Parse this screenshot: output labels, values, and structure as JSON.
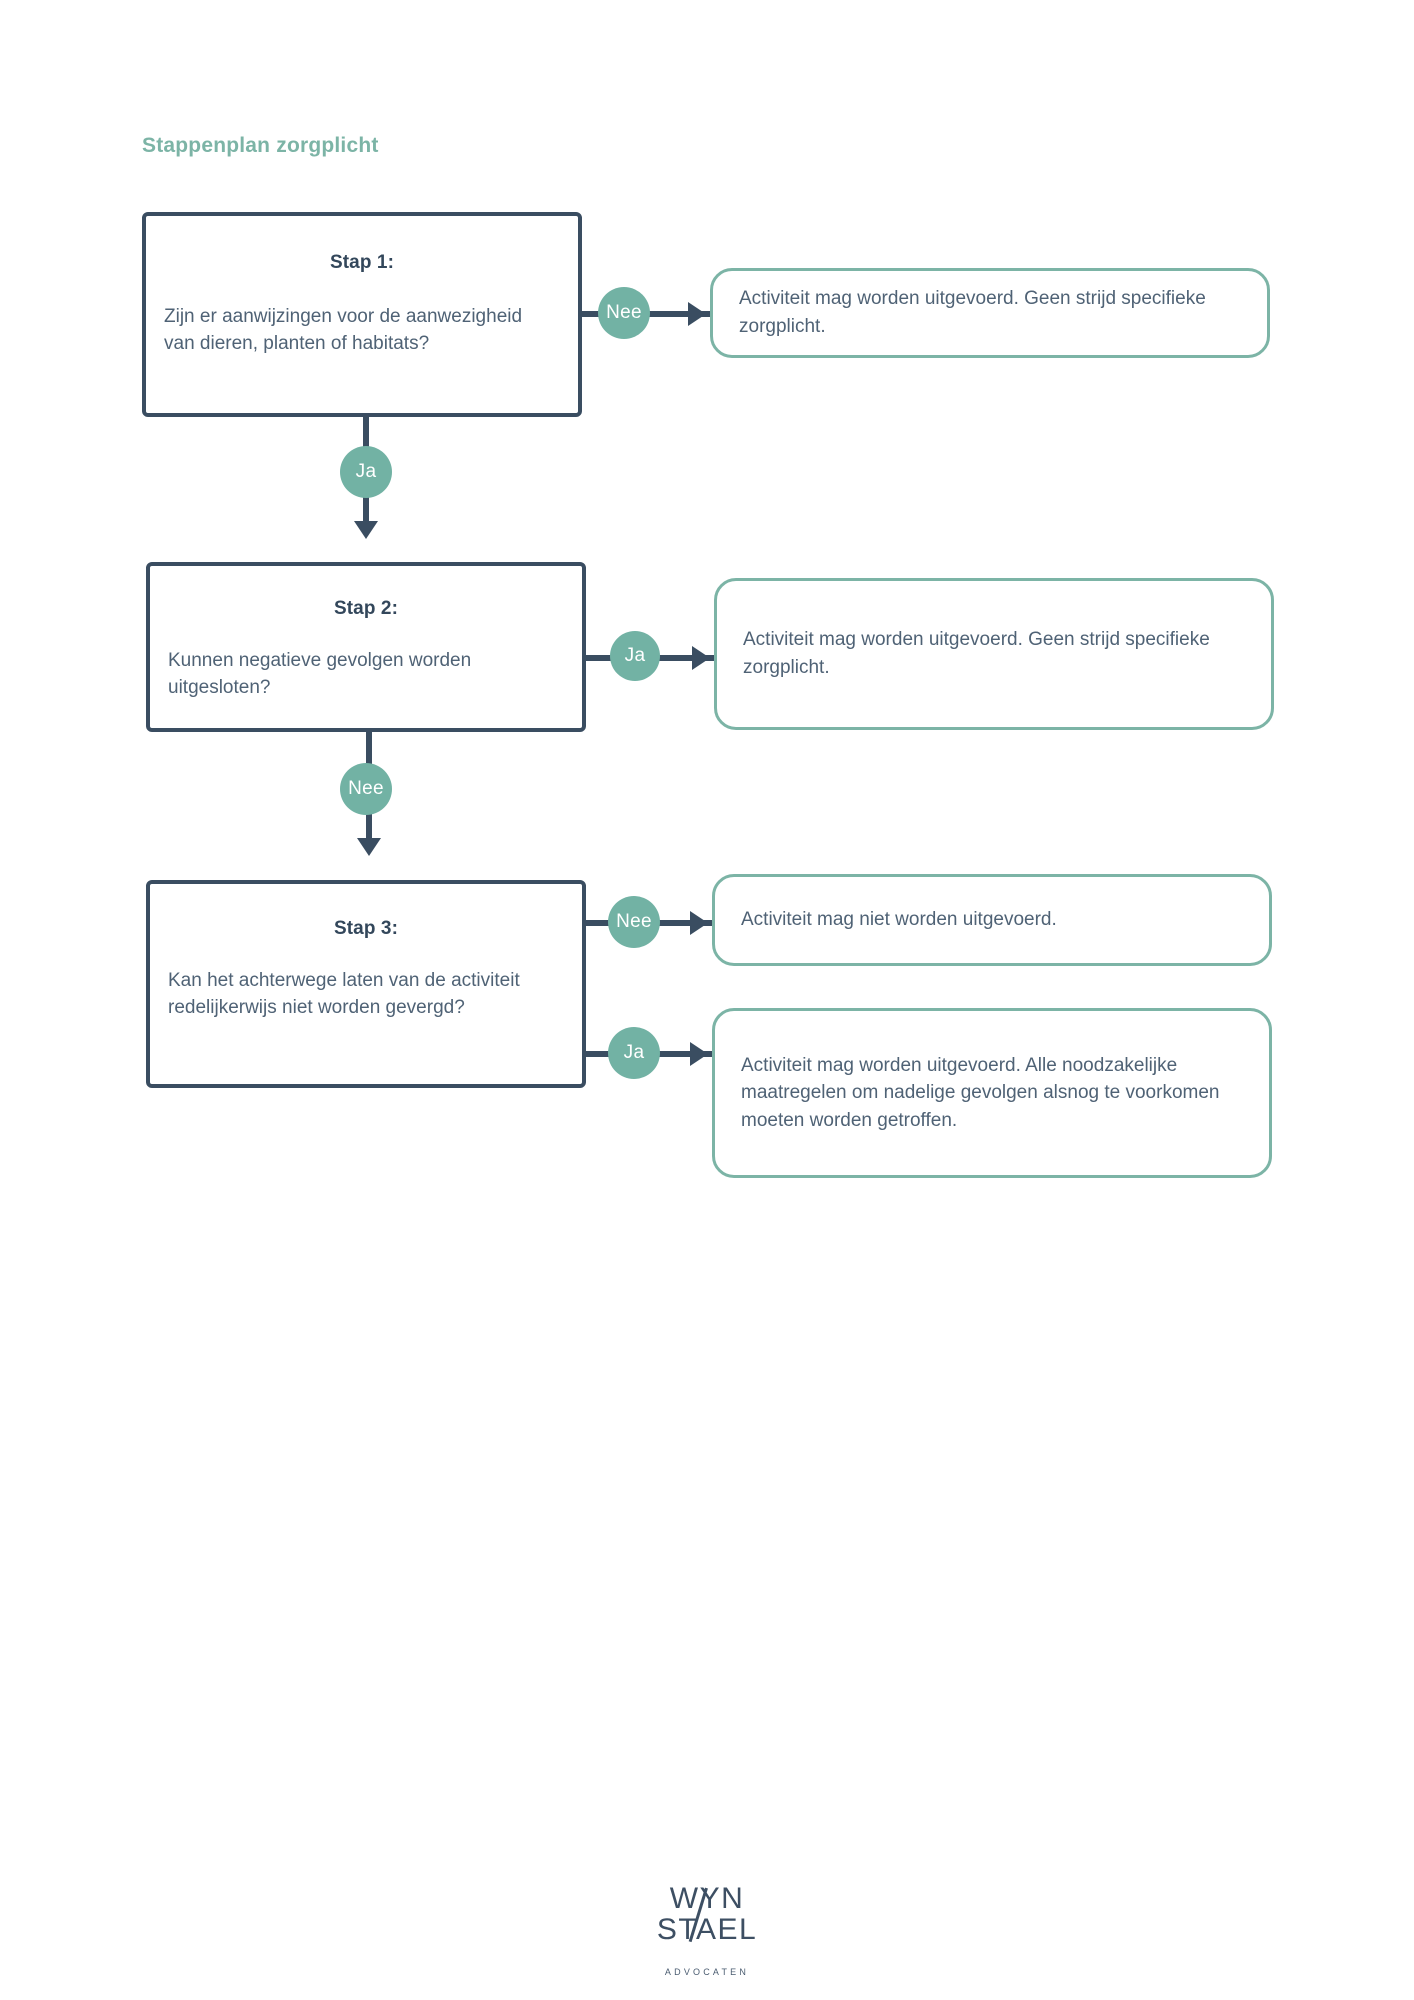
{
  "title": "Stappenplan zorgplicht",
  "theme": {
    "navy": "#3a4d61",
    "green": "#7cb4a6",
    "circle_green": "#72b2a4",
    "body_text": "#4f6275",
    "background": "#ffffff"
  },
  "steps": [
    {
      "id": "stap-1",
      "heading": "Stap 1:",
      "question": "Zijn er aanwijzingen voor de aanwezigheid van dieren, planten of habitats?",
      "branches": [
        {
          "label": "Nee",
          "direction": "right",
          "result": "Activiteit mag worden uitgevoerd. Geen strijd specifieke zorgplicht."
        },
        {
          "label": "Ja",
          "direction": "down",
          "target": "stap-2"
        }
      ]
    },
    {
      "id": "stap-2",
      "heading": "Stap 2:",
      "question": "Kunnen negatieve gevolgen worden uitgesloten?",
      "branches": [
        {
          "label": "Ja",
          "direction": "right",
          "result": "Activiteit mag worden uitgevoerd. Geen strijd specifieke zorgplicht."
        },
        {
          "label": "Nee",
          "direction": "down",
          "target": "stap-3"
        }
      ]
    },
    {
      "id": "stap-3",
      "heading": "Stap 3:",
      "question": "Kan het achterwege laten van de activiteit redelijkerwijs niet worden gevergd?",
      "branches": [
        {
          "label": "Nee",
          "direction": "right",
          "result": "Activiteit mag niet worden uitgevoerd."
        },
        {
          "label": "Ja",
          "direction": "right",
          "result": "Activiteit mag worden uitgevoerd. Alle noodzakelijke maatregelen om nadelige gevolgen alsnog te voorkomen moeten worden getroffen."
        }
      ]
    }
  ],
  "logo": {
    "line1": "WYN",
    "line2": "STAEL",
    "subtitle": "ADVOCATEN"
  }
}
